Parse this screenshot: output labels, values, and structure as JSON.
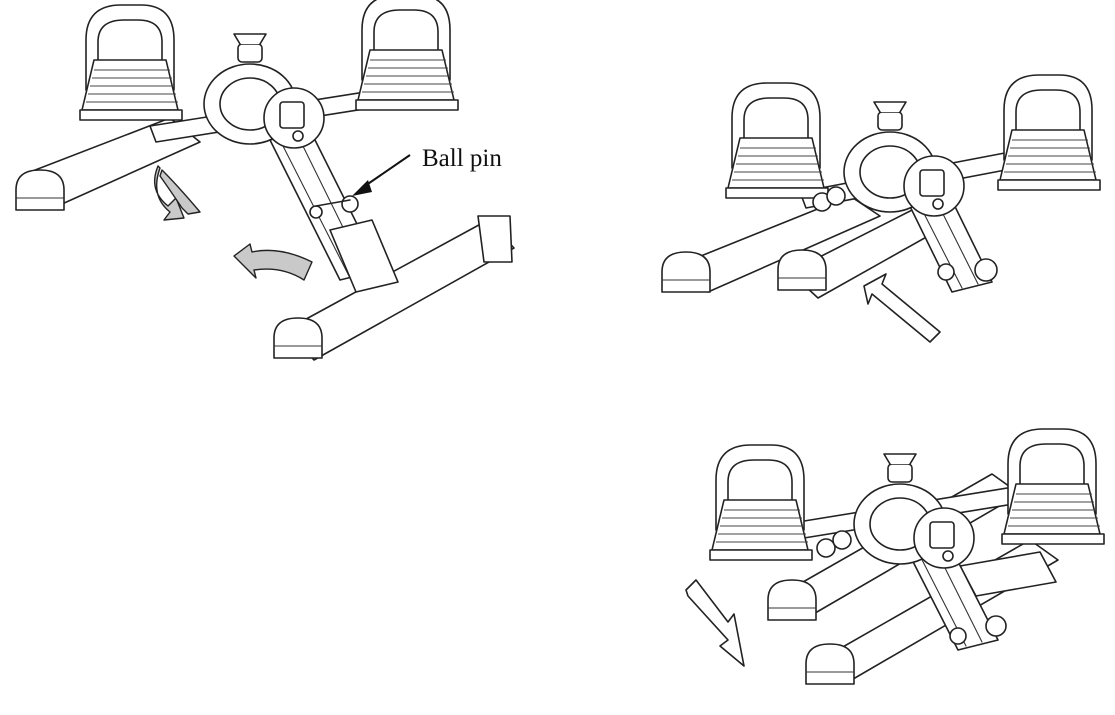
{
  "annotation": {
    "ball_pin_label": "Ball pin"
  },
  "icons": {
    "rotate_arrows": "curved-rotation-arrow",
    "push_in_arrow": "hollow-arrow-up-left",
    "pull_out_arrow": "hollow-arrow-down-right"
  },
  "colors": {
    "line": "#222222",
    "rotation_arrow_fill": "#c9c9c9",
    "background": "#ffffff"
  }
}
